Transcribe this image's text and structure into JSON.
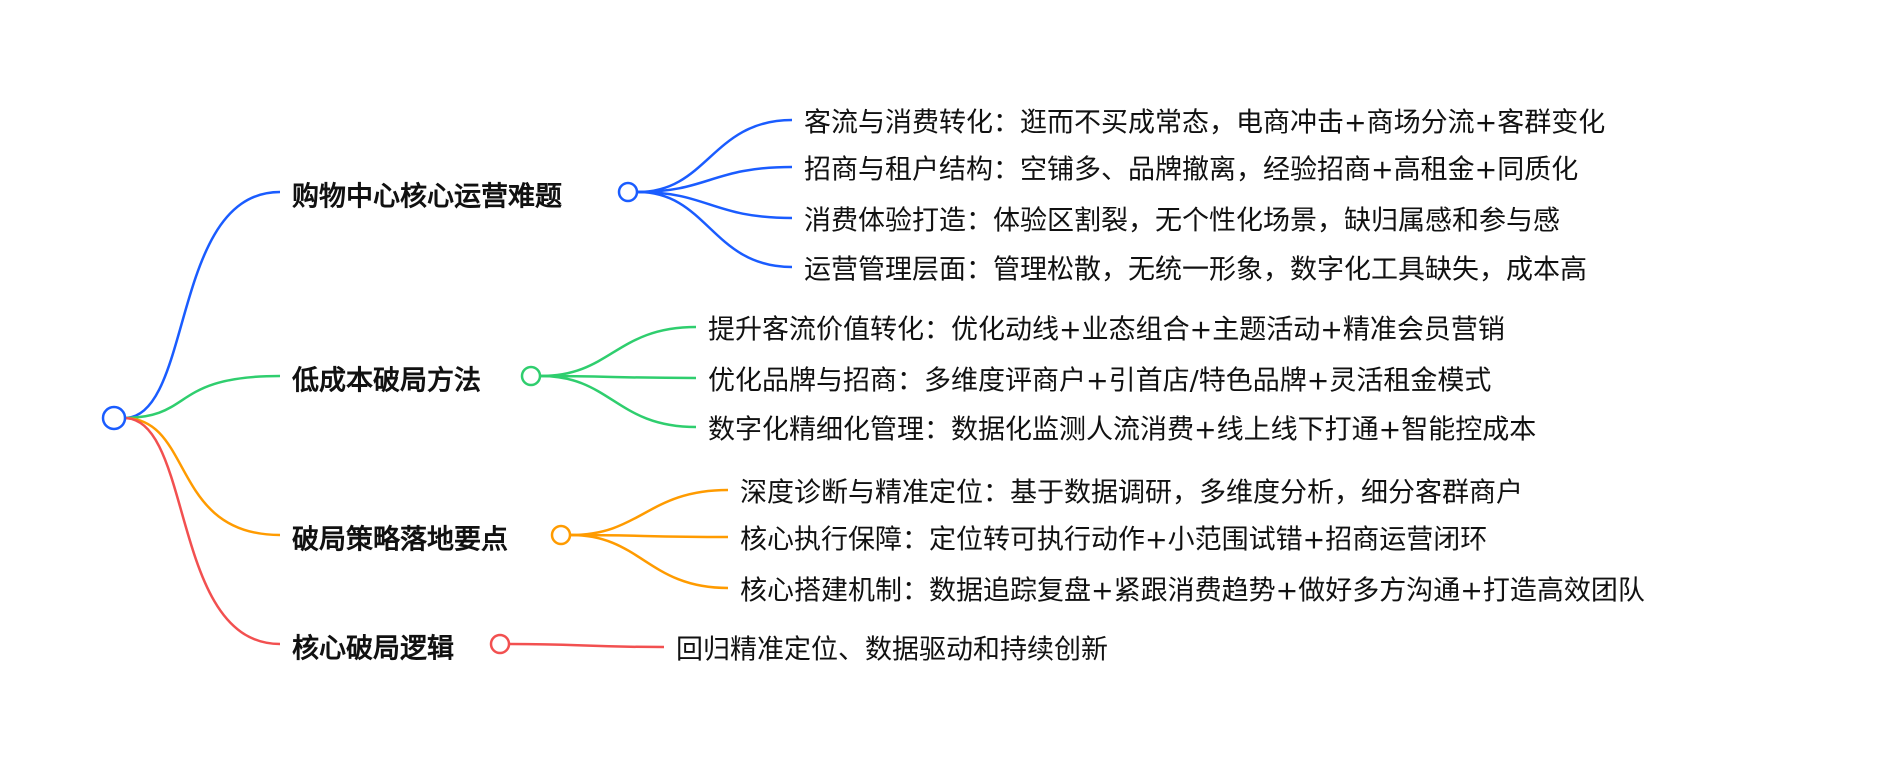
{
  "colors": {
    "blue": "#1a5cff",
    "green": "#2fce6e",
    "orange": "#ff9b00",
    "red": "#f25050"
  },
  "branches": [
    {
      "label": "购物中心核心运营难题",
      "color": "blue",
      "leaves": [
        "客流与消费转化：逛而不买成常态，电商冲击+商场分流+客群变化",
        "招商与租户结构：空铺多、品牌撤离，经验招商+高租金+同质化",
        "消费体验打造：体验区割裂，无个性化场景，缺归属感和参与感",
        "运营管理层面：管理松散，无统一形象，数字化工具缺失，成本高"
      ]
    },
    {
      "label": "低成本破局方法",
      "color": "green",
      "leaves": [
        "提升客流价值转化：优化动线+业态组合+主题活动+精准会员营销",
        "优化品牌与招商：多维度评商户+引首店/特色品牌+灵活租金模式",
        "数字化精细化管理：数据化监测人流消费+线上线下打通+智能控成本"
      ]
    },
    {
      "label": "破局策略落地要点",
      "color": "orange",
      "leaves": [
        "深度诊断与精准定位：基于数据调研，多维度分析，细分客群商户",
        "核心执行保障：定位转可执行动作+小范围试错+招商运营闭环",
        "核心搭建机制：数据追踪复盘+紧跟消费趋势+做好多方沟通+打造高效团队"
      ]
    },
    {
      "label": "核心破局逻辑",
      "color": "red",
      "leaves": [
        "回归精准定位、数据驱动和持续创新"
      ]
    }
  ]
}
